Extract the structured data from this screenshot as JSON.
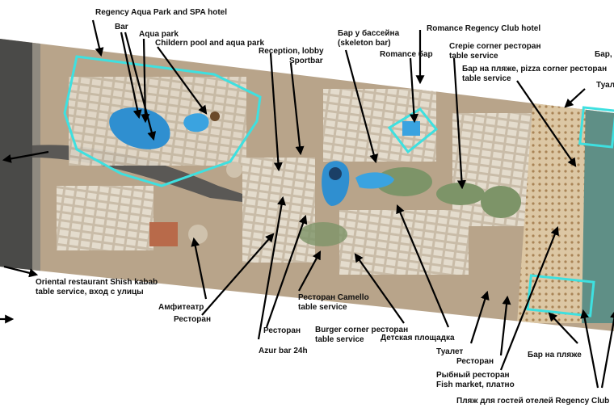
{
  "map": {
    "colors": {
      "background": "#ffffff",
      "ground": "#b8a48a",
      "sand": "#d8c6a6",
      "sea": "#5f8f86",
      "pool": "#2f8fd0",
      "green": "#7d9468",
      "road": "#4a4a48",
      "highlight": "#3ee0e0",
      "text": "#111111"
    },
    "labels": [
      {
        "id": "regency-aqua",
        "lines": [
          "Regency Aqua Park and SPA hotel"
        ]
      },
      {
        "id": "bar",
        "lines": [
          "Bar"
        ]
      },
      {
        "id": "aqua-park",
        "lines": [
          "Aqua park"
        ]
      },
      {
        "id": "children-pool",
        "lines": [
          "Childern pool and aqua park"
        ]
      },
      {
        "id": "reception",
        "lines": [
          "Reception, lobby"
        ]
      },
      {
        "id": "sportbar",
        "lines": [
          "Sportbar"
        ]
      },
      {
        "id": "pool-bar",
        "lines": [
          "Бар у бассейна",
          "(skeleton bar)"
        ]
      },
      {
        "id": "romance-bar",
        "lines": [
          "Romance бар"
        ]
      },
      {
        "id": "romance-hotel",
        "lines": [
          "Romance Regency Club hotel"
        ]
      },
      {
        "id": "crepe",
        "lines": [
          "Crepie corner ресторан",
          "table service"
        ]
      },
      {
        "id": "beach-bar-pizza",
        "lines": [
          "Бар на пляже, pizza corner ресторан",
          "table service"
        ]
      },
      {
        "id": "bar-top-right",
        "lines": [
          "Бар,"
        ]
      },
      {
        "id": "toilet-top",
        "lines": [
          "Туал"
        ]
      },
      {
        "id": "oriental",
        "lines": [
          "Oriental restaurant Shish kabab",
          "table service, вход с улицы"
        ]
      },
      {
        "id": "amphitheatre",
        "lines": [
          "Амфитеатр"
        ]
      },
      {
        "id": "restaurant-1",
        "lines": [
          "Ресторан"
        ]
      },
      {
        "id": "restaurant-2",
        "lines": [
          "Ресторан"
        ]
      },
      {
        "id": "azur-bar",
        "lines": [
          "Azur bar 24h"
        ]
      },
      {
        "id": "camello",
        "lines": [
          "Ресторан Camello",
          "table service"
        ]
      },
      {
        "id": "burger",
        "lines": [
          "Burger corner ресторан",
          "table service"
        ]
      },
      {
        "id": "playground",
        "lines": [
          "Детская площадка"
        ]
      },
      {
        "id": "toilet-bottom",
        "lines": [
          "Туалет"
        ]
      },
      {
        "id": "restaurant-3",
        "lines": [
          "Ресторан"
        ]
      },
      {
        "id": "beach-bar",
        "lines": [
          "Бар на пляже"
        ]
      },
      {
        "id": "fish-restaurant",
        "lines": [
          "Рыбный ресторан",
          "Fish market, платно"
        ]
      },
      {
        "id": "beach-guests",
        "lines": [
          "Пляж для гостей отелей Regency Club"
        ]
      }
    ]
  }
}
